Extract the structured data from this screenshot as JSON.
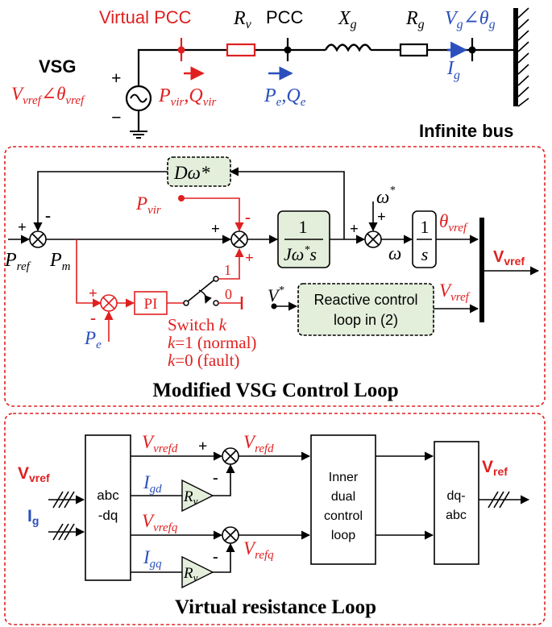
{
  "circuit": {
    "virtual_pcc": "Virtual PCC",
    "rv": "R",
    "rv_sub": "v",
    "pcc": "PCC",
    "xg": "X",
    "xg_sub": "g",
    "rg": "R",
    "rg_sub": "g",
    "vg": "V",
    "vg_sub": "g",
    "vg_angle": "∠θ",
    "vg_angle_sub": "g",
    "ig": "I",
    "ig_sub": "g",
    "vsg": "VSG",
    "vvref": "V",
    "vvref_sub": "vref",
    "vvref_angle": "∠θ",
    "vvref_angle_sub": "vref",
    "pvir": "P",
    "pvir_sub": "vir",
    "comma1": ",",
    "qvir": "Q",
    "qvir_sub": "vir",
    "pe": "P",
    "pe_sub": "e",
    "comma2": ",",
    "qe": "Q",
    "qe_sub": "e",
    "plus": "+",
    "minus": "−",
    "infinite_bus": "Infinite bus"
  },
  "vsg_loop": {
    "title": "Modified VSG Control Loop",
    "damping": "Dω*",
    "pvir": "P",
    "pvir_sub": "vir",
    "pref": "P",
    "pref_sub": "ref",
    "pm": "P",
    "pm_sub": "m",
    "pe": "P",
    "pe_sub": "e",
    "pi": "PI",
    "inertia_num": "1",
    "inertia_den": "Jω",
    "inertia_den_sup": "*",
    "inertia_den_s": "s",
    "omega_star": "ω",
    "omega_star_sup": "*",
    "omega": "ω",
    "integrator_num": "1",
    "integrator_den": "s",
    "theta": "θ",
    "theta_sub": "vref",
    "vstar": "V",
    "vstar_sup": "*",
    "reactive1": "Reactive control",
    "reactive2": "loop in (2)",
    "vvref": "V",
    "vvref_sub": "vref",
    "vref_out": "V",
    "vref_out_sub": "vref",
    "switch": "Switch ",
    "switch_k": "k",
    "k1": "k",
    "k1_text": "=1 (normal)",
    "k0": "k",
    "k0_text": "=0 (fault)",
    "sw1": "1",
    "sw0": "0",
    "plus": "+",
    "minus": "-"
  },
  "vr_loop": {
    "title": "Virtual resistance Loop",
    "vvref": "V",
    "vvref_sub": "vref",
    "ig": "I",
    "ig_sub": "g",
    "abcdq1": "abc",
    "abcdq2": "-dq",
    "vvrefd": "V",
    "vvrefd_sub": "vrefd",
    "igd": "I",
    "igd_sub": "gd",
    "vvrefq": "V",
    "vvrefq_sub": "vrefq",
    "igq": "I",
    "igq_sub": "gq",
    "rv": "R",
    "rv_sub": "v",
    "vrefd": "V",
    "vrefd_sub": "refd",
    "vrefq": "V",
    "vrefq_sub": "refq",
    "inner1": "Inner",
    "inner2": "dual",
    "inner3": "control",
    "inner4": "loop",
    "dqabc1": "dq-",
    "dqabc2": "abc",
    "vref": "V",
    "vref_sub": "ref",
    "plus": "+",
    "minus": "-"
  }
}
